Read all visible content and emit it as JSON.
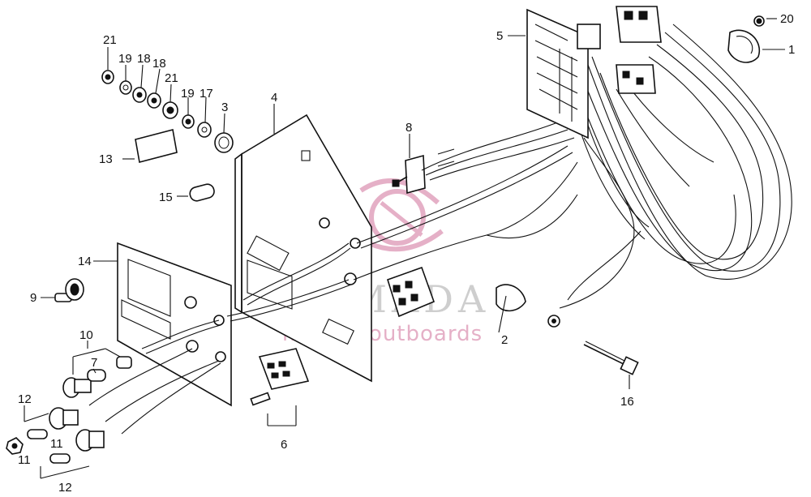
{
  "watermark": {
    "brand": "ARMADA",
    "tagline": "marine outboards",
    "color": "#e3a8c1"
  },
  "callouts": [
    {
      "id": "c21a",
      "text": "21"
    },
    {
      "id": "c19a",
      "text": "19"
    },
    {
      "id": "c18a",
      "text": "18"
    },
    {
      "id": "c18b",
      "text": "18"
    },
    {
      "id": "c21b",
      "text": "21"
    },
    {
      "id": "c19b",
      "text": "19"
    },
    {
      "id": "c17",
      "text": "17"
    },
    {
      "id": "c3",
      "text": "3"
    },
    {
      "id": "c4",
      "text": "4"
    },
    {
      "id": "c8",
      "text": "8"
    },
    {
      "id": "c5",
      "text": "5"
    },
    {
      "id": "c20",
      "text": "20"
    },
    {
      "id": "c1",
      "text": "1"
    },
    {
      "id": "c13",
      "text": "13"
    },
    {
      "id": "c15",
      "text": "15"
    },
    {
      "id": "c14",
      "text": "14"
    },
    {
      "id": "c9",
      "text": "9"
    },
    {
      "id": "c10",
      "text": "10"
    },
    {
      "id": "c7",
      "text": "7"
    },
    {
      "id": "c12a",
      "text": "12"
    },
    {
      "id": "c11a",
      "text": "11"
    },
    {
      "id": "c11b",
      "text": "11"
    },
    {
      "id": "c12b",
      "text": "12"
    },
    {
      "id": "c6",
      "text": "6"
    },
    {
      "id": "c2",
      "text": "2"
    },
    {
      "id": "c16",
      "text": "16"
    }
  ]
}
